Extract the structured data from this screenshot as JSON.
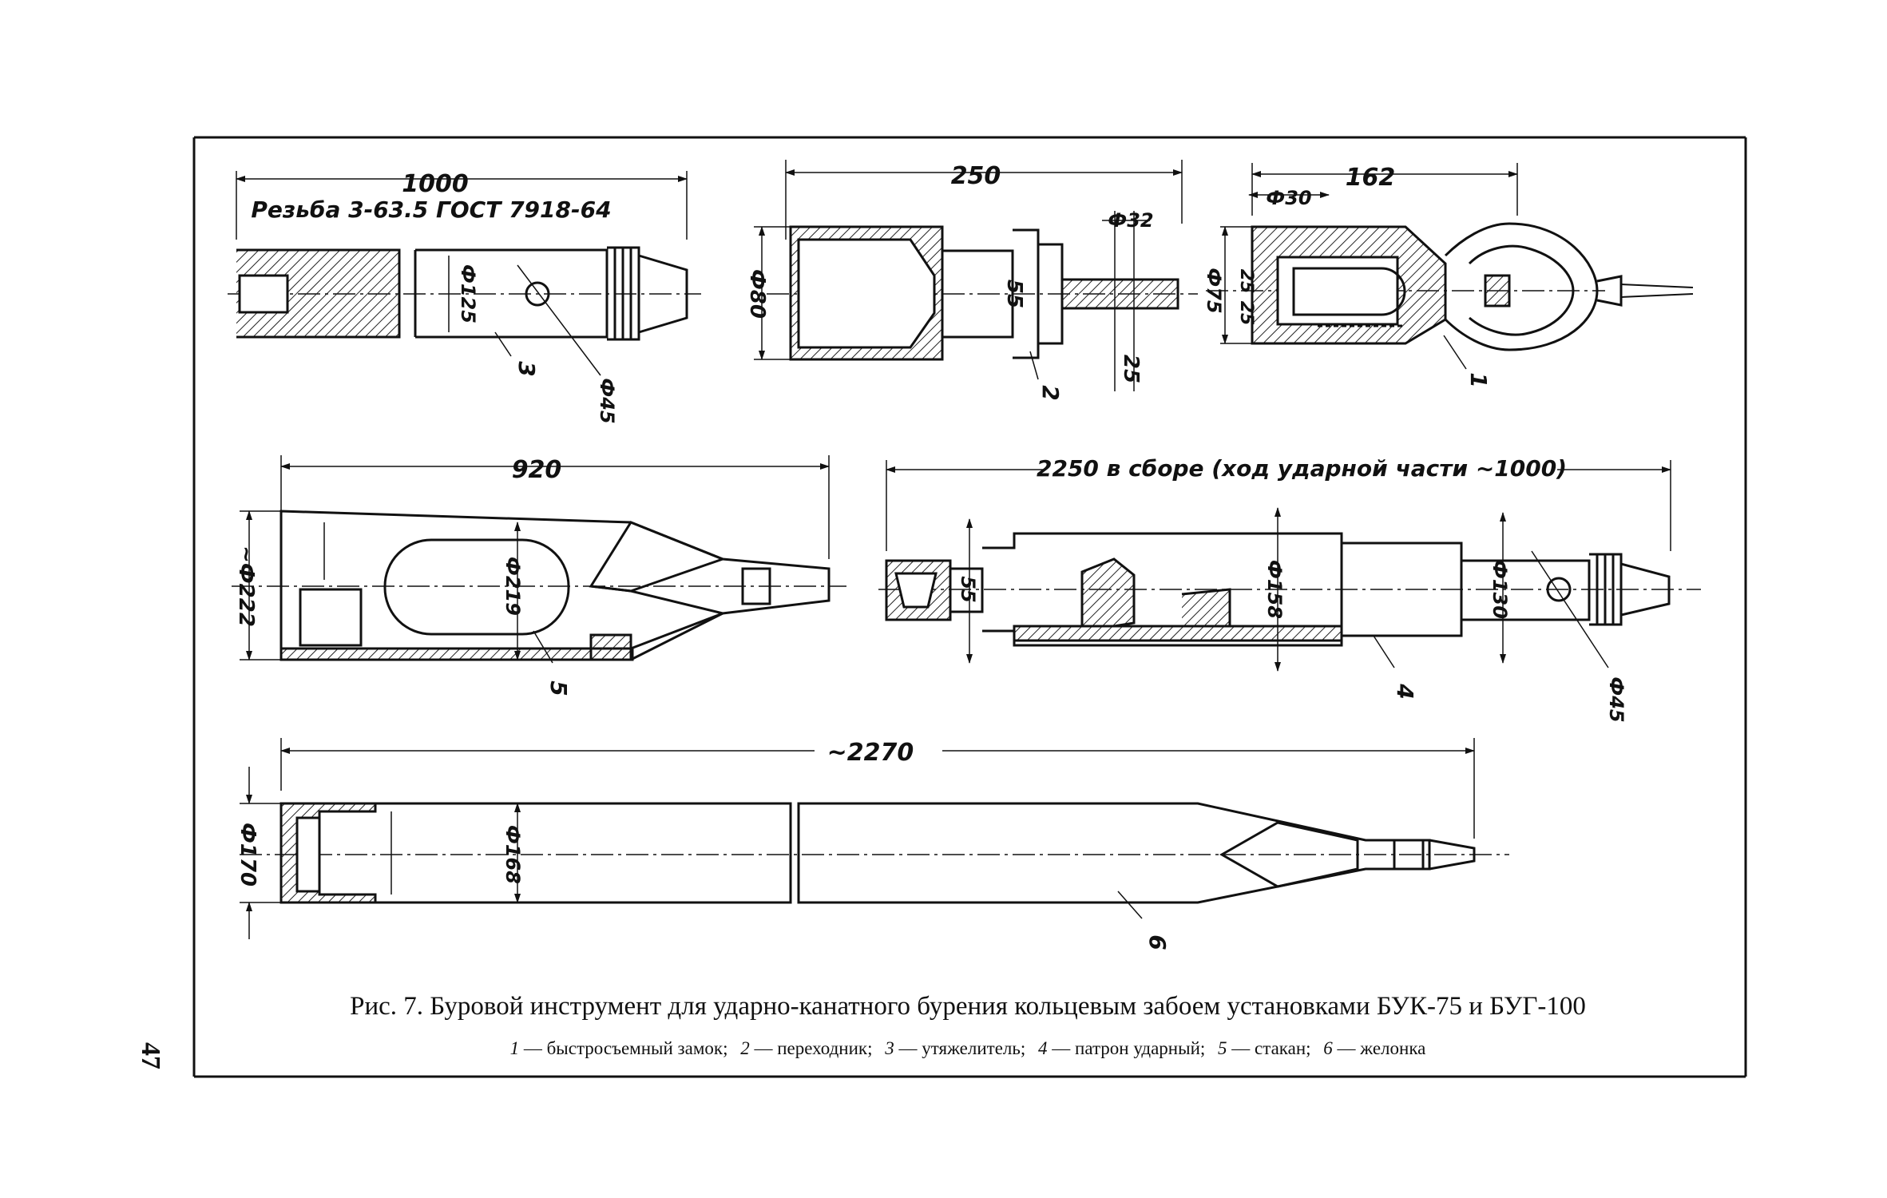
{
  "page_number": "47",
  "caption": {
    "title": "Рис. 7. Буровой инструмент для ударно-канатного бурения кольцевым  забоем установками БУК-75 и БУГ-100",
    "legend": [
      {
        "num": "1",
        "text": "— быстросъемный замок;"
      },
      {
        "num": "2",
        "text": "— переходник;"
      },
      {
        "num": "3",
        "text": "— утяжелитель;"
      },
      {
        "num": "4",
        "text": "— патрон ударный;"
      },
      {
        "num": "5",
        "text": "— стакан;"
      },
      {
        "num": "6",
        "text": "— желонка"
      }
    ]
  },
  "parts": {
    "weight": {
      "length": "1000",
      "thread_note": "Резьба 3-63.5 ГОСТ 7918-64",
      "diameter": "Ф125",
      "hole": "Ф45",
      "label": "3"
    },
    "adapter": {
      "length": "250",
      "outer": "Ф80",
      "neck": "55",
      "pin": "Ф32",
      "pin_len": "25",
      "label": "2"
    },
    "lock": {
      "length": "162",
      "bore": "Ф30",
      "outer": "Ф75",
      "a": "25",
      "b": "25",
      "label": "1"
    },
    "cup": {
      "length": "920",
      "outer": "~Ф222",
      "inner": "Ф219",
      "label": "5"
    },
    "striker": {
      "length": "2250 в сборе (ход ударной части ~1000)",
      "neck": "55",
      "body": "Ф158",
      "rod": "Ф130",
      "hole": "Ф45",
      "label": "4"
    },
    "bailer": {
      "length": "~2270",
      "outer": "Ф170",
      "inner": "Ф168",
      "label": "6"
    }
  }
}
